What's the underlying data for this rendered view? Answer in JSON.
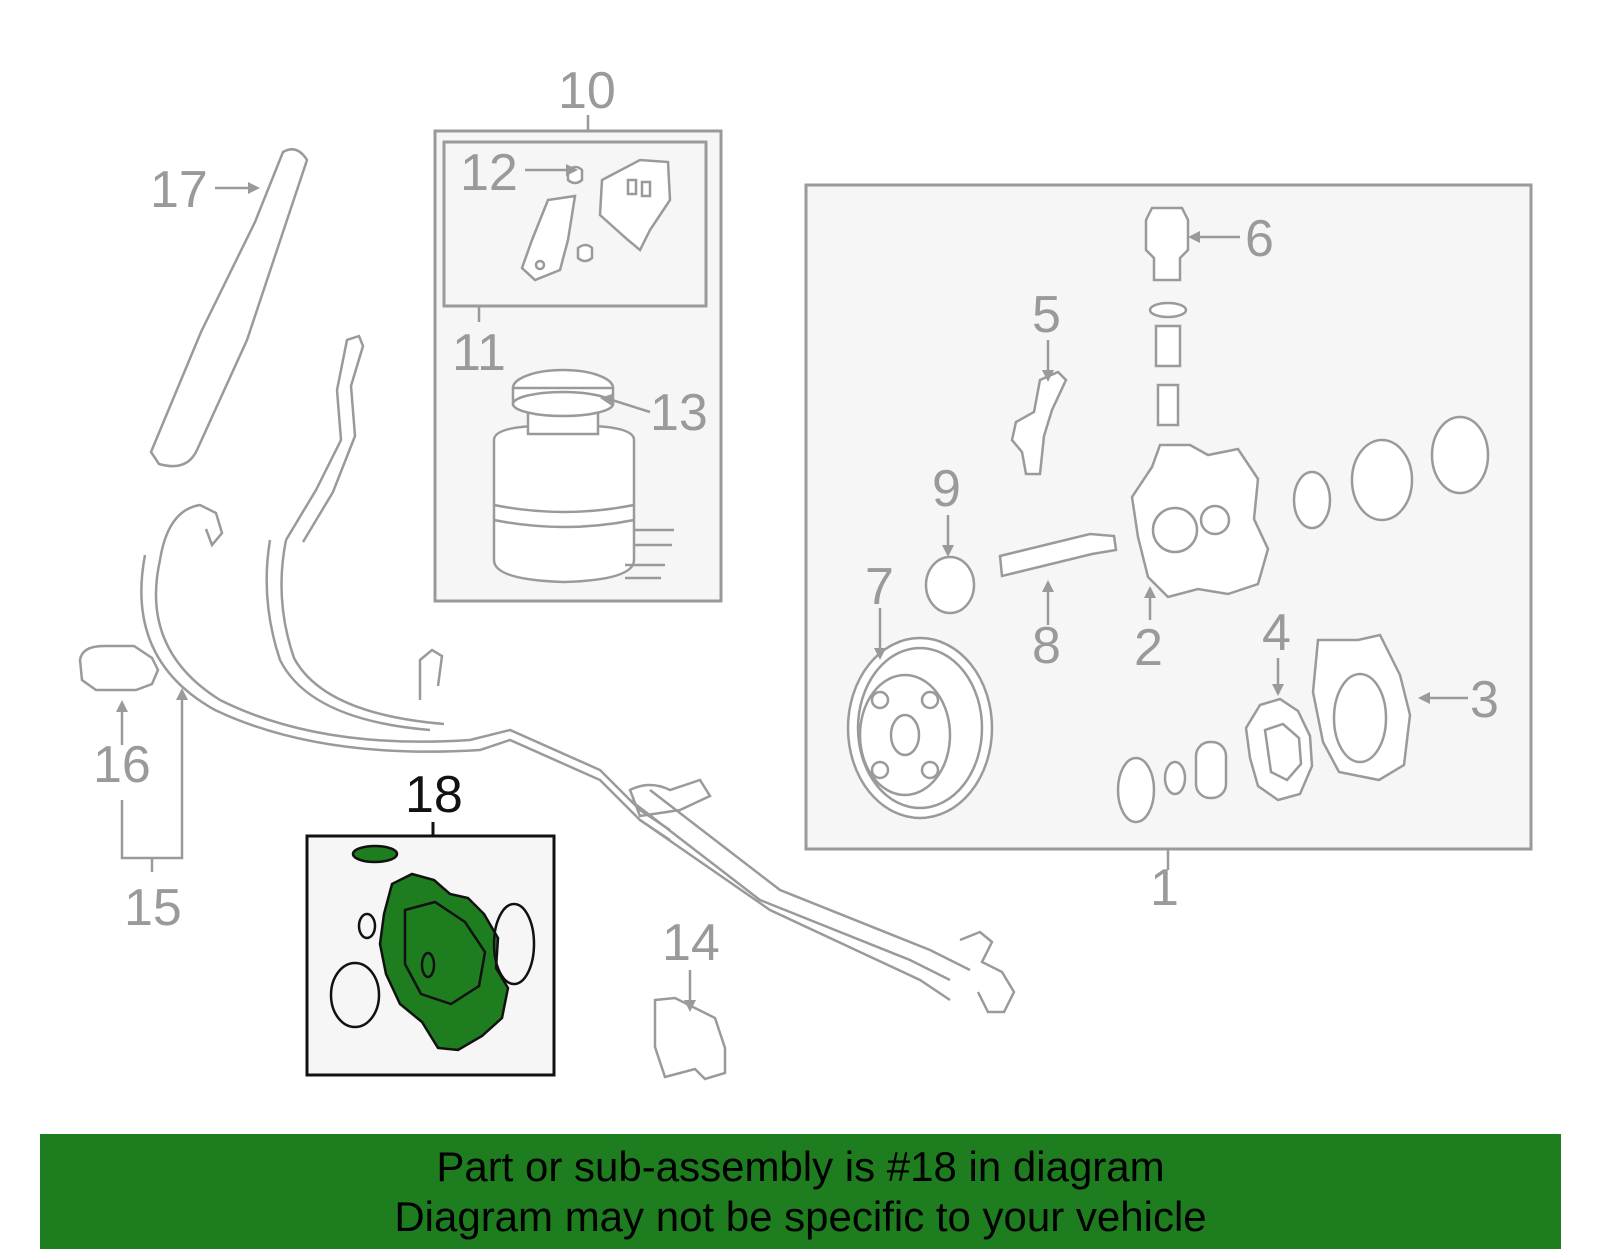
{
  "diagram": {
    "callouts": [
      "1",
      "2",
      "3",
      "4",
      "5",
      "6",
      "7",
      "8",
      "9",
      "10",
      "11",
      "12",
      "13",
      "14",
      "15",
      "16",
      "17",
      "18"
    ],
    "highlighted_part": "18",
    "colors": {
      "line": "#9a9a9a",
      "highlight_fill": "#1e7d1e",
      "highlight_outline": "#111111",
      "banner": "#1e7d1e"
    }
  },
  "banner": {
    "line1": "Part or sub-assembly is #18 in diagram",
    "line2": "Diagram may not be specific to your vehicle"
  }
}
